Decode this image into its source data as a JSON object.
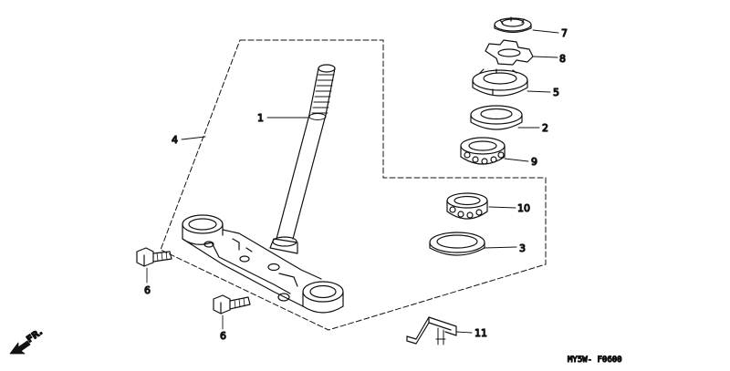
{
  "diagram": {
    "drawing_code": "MY5W- F0600",
    "direction_label": "FR.",
    "callouts": [
      {
        "id": "c1",
        "label": "1"
      },
      {
        "id": "c2",
        "label": "2"
      },
      {
        "id": "c3",
        "label": "3"
      },
      {
        "id": "c4",
        "label": "4"
      },
      {
        "id": "c5",
        "label": "5"
      },
      {
        "id": "c6a",
        "label": "6"
      },
      {
        "id": "c6b",
        "label": "6"
      },
      {
        "id": "c7",
        "label": "7"
      },
      {
        "id": "c8",
        "label": "8"
      },
      {
        "id": "c9",
        "label": "9"
      },
      {
        "id": "c10",
        "label": "10"
      },
      {
        "id": "c11",
        "label": "11"
      }
    ]
  }
}
